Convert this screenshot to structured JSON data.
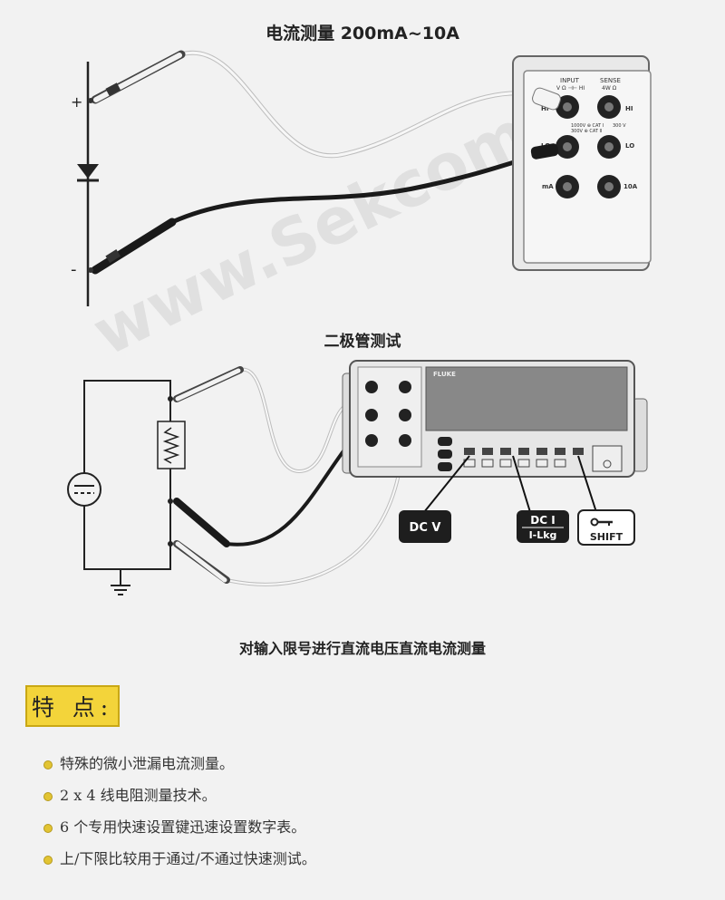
{
  "diagram1": {
    "title": "电流测量 200mA~10A",
    "plus": "+",
    "minus": "-",
    "labels": {
      "input": "INPUT",
      "input_sub": "V Ω ⊣⊢ HI",
      "sense": "SENSE",
      "sense_sub": "4W Ω",
      "hi_left": "HI",
      "hi_right": "HI",
      "lo_left": "LO",
      "lo_right": "LO",
      "ma": "mA",
      "ten_a": "10A",
      "cat1": "1000V ⊕ CAT I",
      "cat2": "300V ⊕ CAT II",
      "v300": "300 V"
    }
  },
  "diagram2": {
    "title": "二极管测试",
    "brand": "FLUKE",
    "callouts": {
      "dcv": "DC V",
      "dci_1": "DC I",
      "dci_2": "I-Lkg",
      "shift": "SHIFT"
    }
  },
  "caption": "对输入限号进行直流电压直流电流测量",
  "features": {
    "badge": "特 点:",
    "items": [
      "特殊的微小泄漏电流测量。",
      "2 x 4 线电阻测量技术。",
      "6 个专用快速设置键迅速设置数字表。",
      "上/下限比较用于通过/不通过快速测试。"
    ]
  },
  "watermark": "www.Sekcom.cn",
  "colors": {
    "badge_bg": "#f3d43a",
    "bullet": "#e2c433",
    "callout_bg": "#1e1e1e"
  }
}
